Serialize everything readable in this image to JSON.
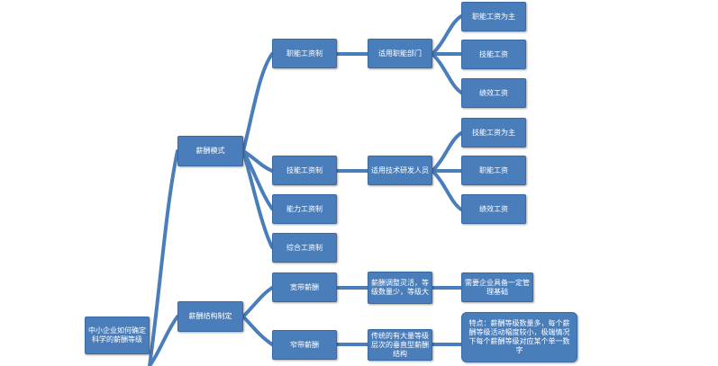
{
  "colors": {
    "node_fill": "#4a7ebb",
    "node_text": "#ffffff",
    "connector": "#4a7ebb"
  },
  "root": {
    "label": "中小企业如何确定科学的薪酬等级"
  },
  "branches": {
    "model": {
      "label": "薪酬模式"
    },
    "structure": {
      "label": "薪酬结构制定"
    }
  },
  "models": {
    "position": {
      "label": "职能工资制"
    },
    "skill": {
      "label": "技能工资制"
    },
    "ability": {
      "label": "能力工资制"
    },
    "composite": {
      "label": "综合工资制"
    }
  },
  "applies": {
    "position": {
      "label": "适用职能部门"
    },
    "skill": {
      "label": "适用技术研发人员"
    }
  },
  "position_components": [
    {
      "label": "职能工资为主"
    },
    {
      "label": "技能工资"
    },
    {
      "label": "绩效工资"
    }
  ],
  "skill_components": [
    {
      "label": "技能工资为主"
    },
    {
      "label": "职能工资"
    },
    {
      "label": "绩效工资"
    }
  ],
  "structures": {
    "broadband": {
      "label": "宽带薪酬",
      "desc": "薪酬调整灵活，等级数量少，等级大",
      "note": "需要企业具备一定管理基础"
    },
    "narrowband": {
      "label": "窄带薪酬",
      "desc": "传统的有大量等级层次的垂直型薪酬结构",
      "note": "特点：薪酬等级数量多，每个薪酬等级活动幅度较小，极端情况下每个薪酬等级对应某个单一数字"
    }
  }
}
